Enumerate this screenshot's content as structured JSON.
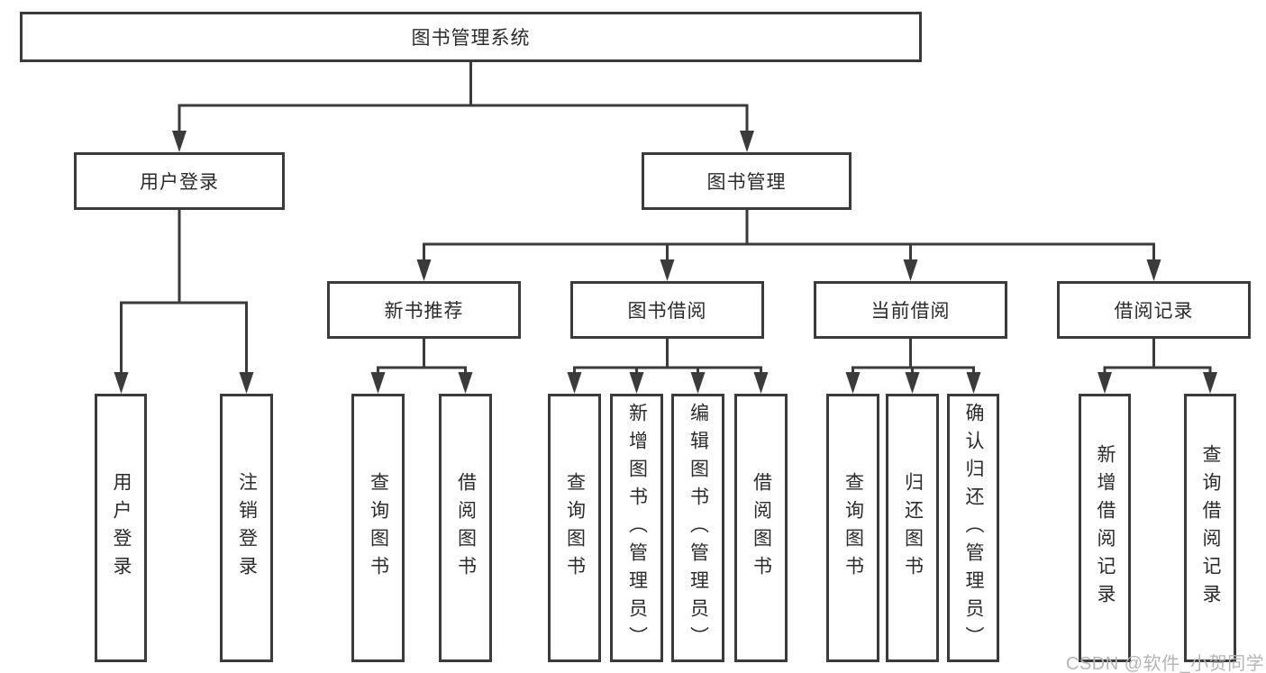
{
  "nodes": {
    "root": "图书管理系统",
    "user_login": "用户登录",
    "book_management": "图书管理",
    "new_book_recommendation": "新书推荐",
    "book_borrowing": "图书借阅",
    "current_borrowing": "当前借阅",
    "borrowing_records": "借阅记录",
    "leaves": [
      "用户登录",
      "注销登录",
      "查询图书",
      "借阅图书",
      "查询图书",
      "新增图书（管理员）",
      "编辑图书（管理员）",
      "借阅图书",
      "查询图书",
      "归还图书",
      "确认归还（管理员）",
      "新增借阅记录",
      "查询借阅记录"
    ]
  },
  "watermark": "CSDN @软件_小贺同学",
  "colors": {
    "line": "#3b3b3b",
    "text": "#2b2b2b",
    "watermark": "#b5b5b5",
    "background": "#ffffff"
  }
}
